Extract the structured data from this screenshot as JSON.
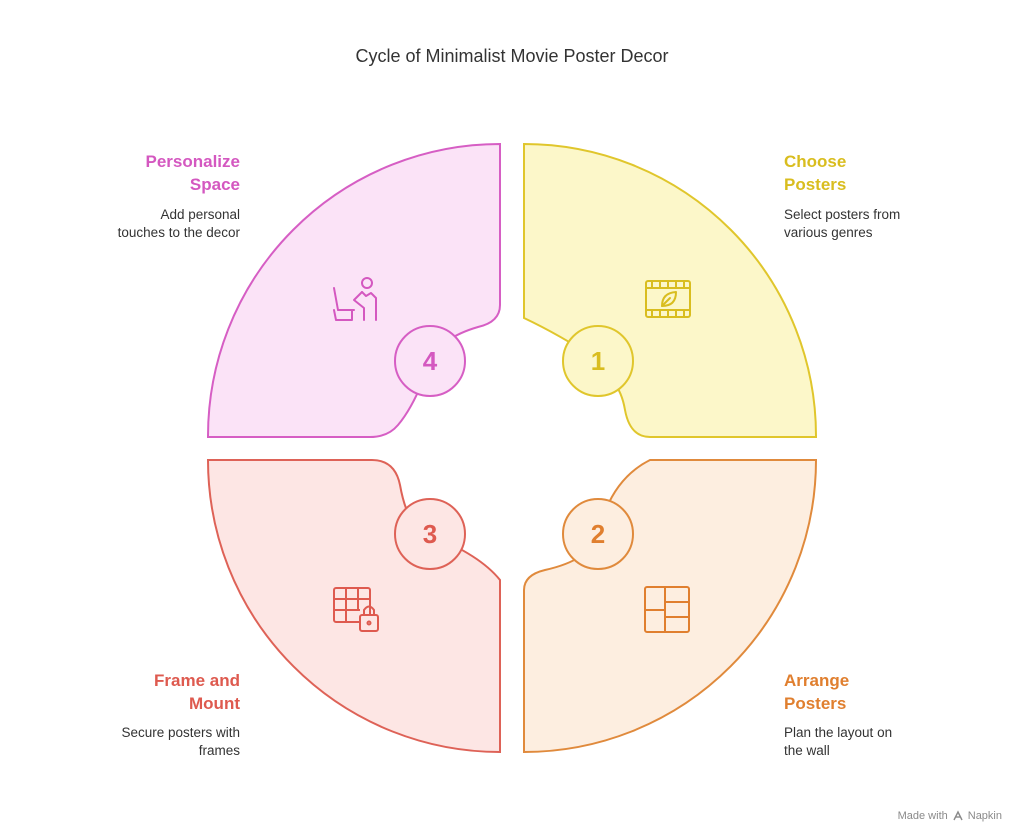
{
  "title": "Cycle of Minimalist Movie Poster Decor",
  "stages": [
    {
      "number": "1",
      "title_line1": "Choose",
      "title_line2": "Posters",
      "desc_line1": "Select posters from",
      "desc_line2": "various genres",
      "icon": "film-leaf-icon",
      "stroke": "#e0c62c",
      "fill": "#fcf7c9",
      "text_color": "#d9bd1f"
    },
    {
      "number": "2",
      "title_line1": "Arrange",
      "title_line2": "Posters",
      "desc_line1": "Plan the layout on",
      "desc_line2": "the wall",
      "icon": "layout-grid-icon",
      "stroke": "#e08a3c",
      "fill": "#fdeee0",
      "text_color": "#e07f2f"
    },
    {
      "number": "3",
      "title_line1": "Frame and",
      "title_line2": "Mount",
      "desc_line1": "Secure posters with",
      "desc_line2": "frames",
      "icon": "grid-lock-icon",
      "stroke": "#de6257",
      "fill": "#fde6e4",
      "text_color": "#de5a4f"
    },
    {
      "number": "4",
      "title_line1": "Personalize",
      "title_line2": "Space",
      "desc_line1": "Add personal",
      "desc_line2": "touches to the decor",
      "icon": "person-chair-icon",
      "stroke": "#d65ec4",
      "fill": "#fbe3f7",
      "text_color": "#d458c0"
    }
  ],
  "watermark": {
    "prefix": "Made with",
    "brand": "Napkin"
  }
}
